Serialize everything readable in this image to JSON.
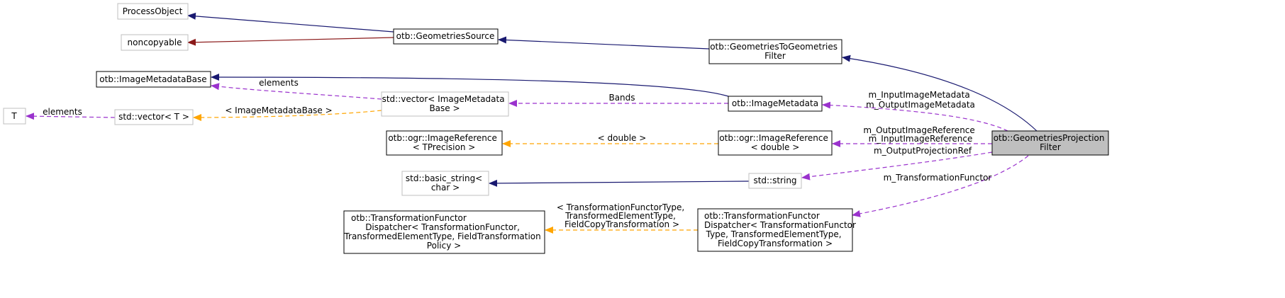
{
  "colors": {
    "inherit": "#191970",
    "private_inherit": "#8b1a1a",
    "usage": "#9a32cd",
    "template": "#ffa500",
    "highlight_fill": "#bfbfbf",
    "gray_border": "#bfbfbf"
  },
  "nodes": {
    "process_object": {
      "lines": [
        "ProcessObject"
      ]
    },
    "noncopyable": {
      "lines": [
        "noncopyable"
      ]
    },
    "geometries_source": {
      "lines": [
        "otb::GeometriesSource"
      ]
    },
    "geometries_to_geometries_filter": {
      "lines": [
        "otb::GeometriesToGeometries",
        "Filter"
      ]
    },
    "image_metadata_base": {
      "lines": [
        "otb::ImageMetadataBase"
      ]
    },
    "vector_image_metadata_base": {
      "lines": [
        "std::vector< ImageMetadata",
        "Base >"
      ]
    },
    "image_metadata": {
      "lines": [
        "otb::ImageMetadata"
      ]
    },
    "t": {
      "lines": [
        "T"
      ]
    },
    "vector_t": {
      "lines": [
        "std::vector< T >"
      ]
    },
    "image_reference_tprecision": {
      "lines": [
        "otb::ogr::ImageReference",
        "< TPrecision >"
      ]
    },
    "image_reference_double": {
      "lines": [
        "otb::ogr::ImageReference",
        "< double >"
      ]
    },
    "geometries_projection_filter": {
      "lines": [
        "otb::GeometriesProjection",
        "Filter"
      ]
    },
    "basic_string_char": {
      "lines": [
        "std::basic_string<",
        "char >"
      ]
    },
    "std_string": {
      "lines": [
        "std::string"
      ]
    },
    "transformation_functor_dispatcher_template": {
      "lines": [
        "otb::TransformationFunctor",
        "Dispatcher< TransformationFunctor,",
        "TransformedElementType, FieldTransformation",
        "Policy >"
      ]
    },
    "transformation_functor_dispatcher_instance": {
      "lines": [
        "otb::TransformationFunctor",
        "Dispatcher< TransformationFunctor",
        "Type, TransformedElementType,",
        "FieldCopyTransformation >"
      ]
    }
  },
  "edge_labels": {
    "elements_image_metadata_base": [
      "elements"
    ],
    "elements_t": [
      "elements"
    ],
    "image_metadata_base_template": [
      "< ImageMetadataBase >"
    ],
    "bands": [
      "Bands"
    ],
    "input_output_metadata": [
      "m_InputImageMetadata",
      "m_OutputImageMetadata"
    ],
    "double_template": [
      "< double >"
    ],
    "image_reference_members": [
      "m_OutputImageReference",
      "m_InputImageReference"
    ],
    "output_projection_ref": [
      "m_OutputProjectionRef"
    ],
    "transformation_functor_member": [
      "m_TransformationFunctor"
    ],
    "dispatcher_template_args": [
      "< TransformationFunctorType,",
      "TransformedElementType,",
      "FieldCopyTransformation >"
    ]
  }
}
